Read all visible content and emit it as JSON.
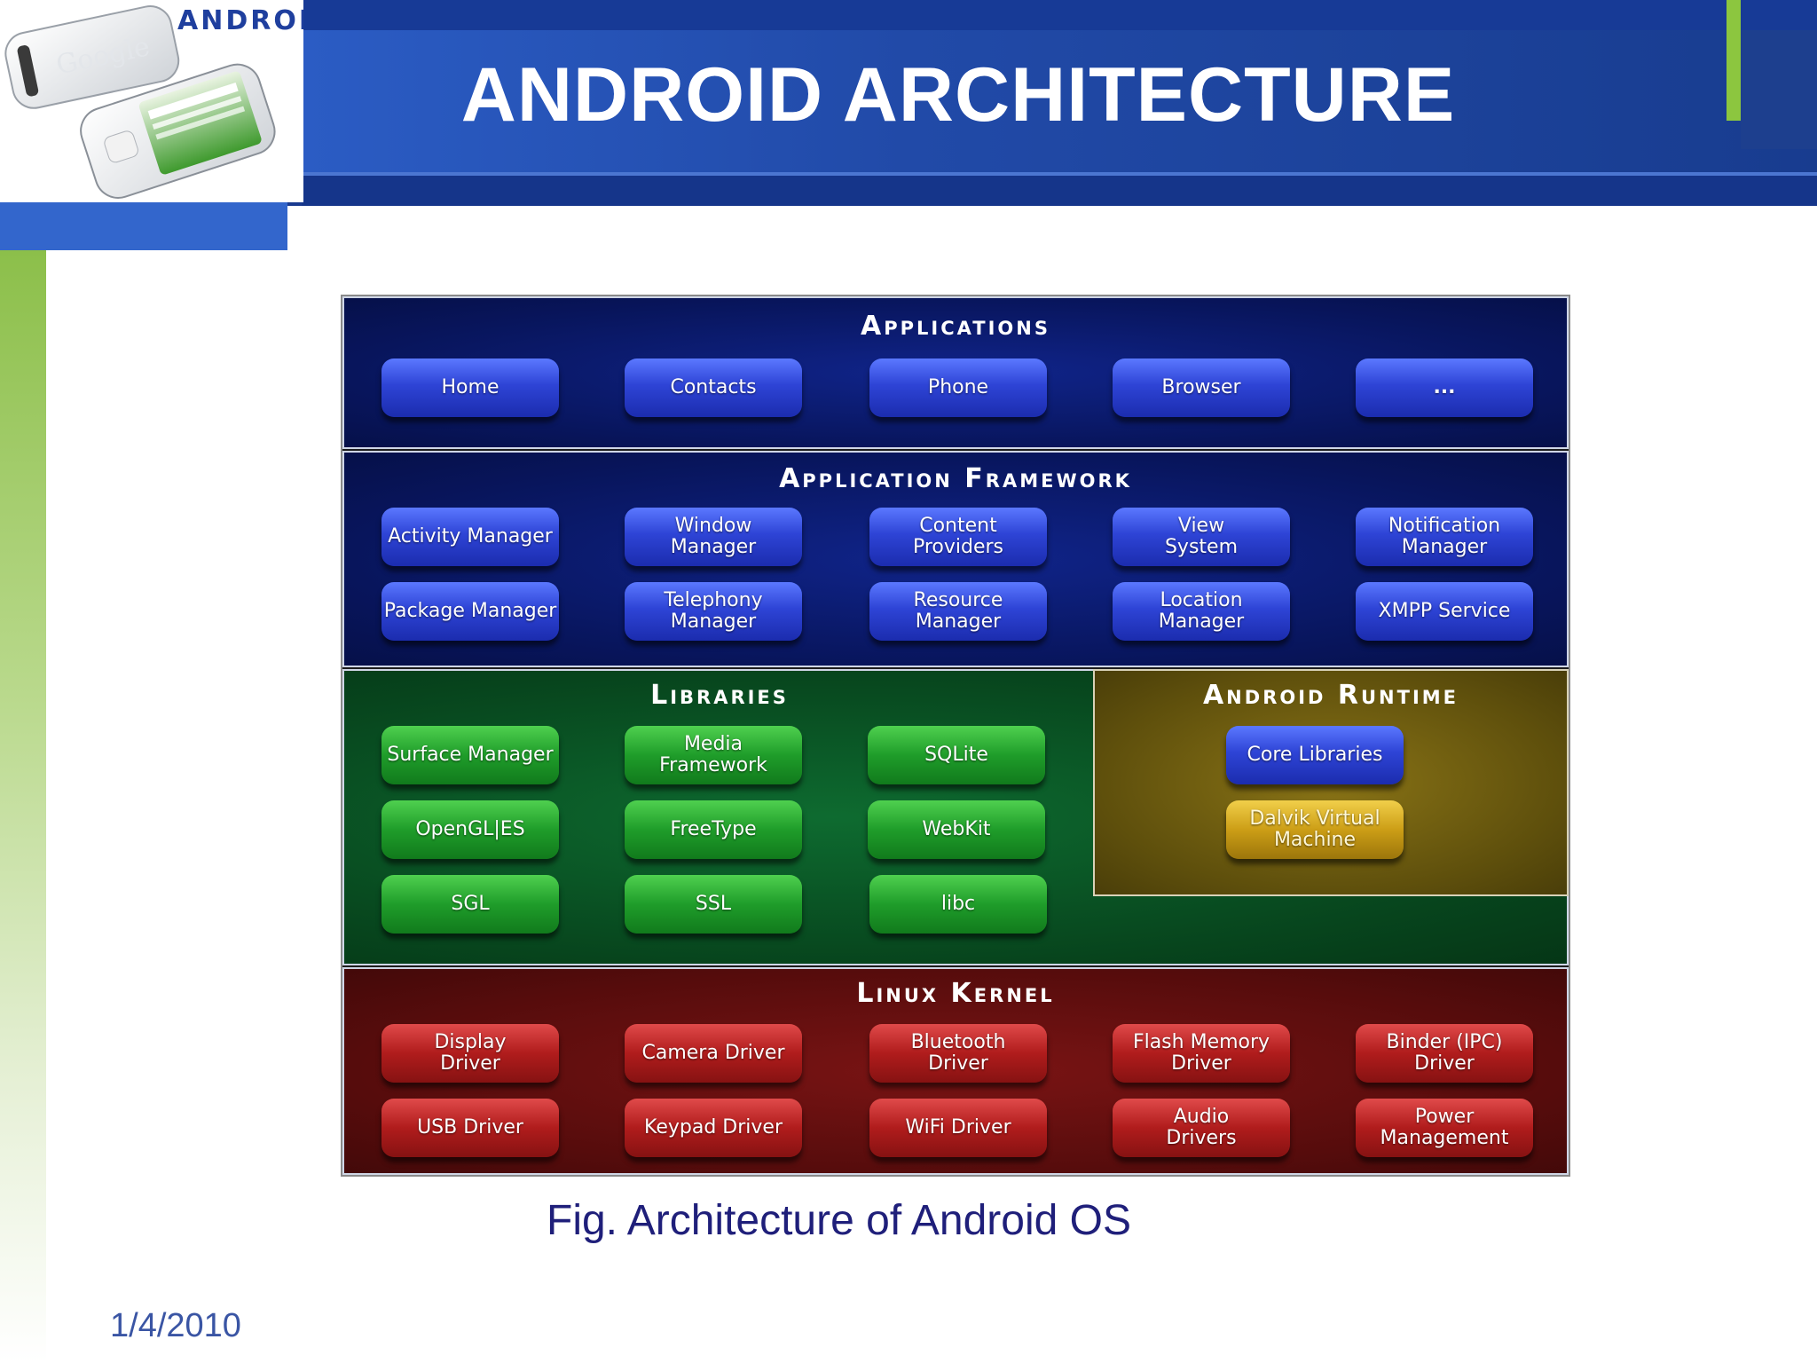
{
  "slide": {
    "title": "ANDROID ARCHITECTURE",
    "caption": "Fig. Architecture of Android OS",
    "date": "1/4/2010",
    "logo_text": "android",
    "logo_phone_text": "Google"
  },
  "diagram": {
    "applications": {
      "title": "Applications",
      "items": [
        "Home",
        "Contacts",
        "Phone",
        "Browser",
        "..."
      ]
    },
    "framework": {
      "title": "Application Framework",
      "items": [
        "Activity Manager",
        "Window\nManager",
        "Content\nProviders",
        "View\nSystem",
        "Notification\nManager",
        "Package Manager",
        "Telephony\nManager",
        "Resource\nManager",
        "Location\nManager",
        "XMPP Service"
      ]
    },
    "libraries": {
      "title": "Libraries",
      "items": [
        "Surface Manager",
        "Media\nFramework",
        "SQLite",
        "OpenGL|ES",
        "FreeType",
        "WebKit",
        "SGL",
        "SSL",
        "libc"
      ]
    },
    "runtime": {
      "title": "Android Runtime",
      "items": [
        "Core Libraries",
        "Dalvik Virtual\nMachine"
      ]
    },
    "kernel": {
      "title": "Linux Kernel",
      "items": [
        "Display\nDriver",
        "Camera Driver",
        "Bluetooth\nDriver",
        "Flash Memory\nDriver",
        "Binder (IPC)\nDriver",
        "USB Driver",
        "Keypad Driver",
        "WiFi Driver",
        "Audio\nDrivers",
        "Power\nManagement"
      ]
    }
  },
  "colors": {
    "header_blue": "#2653b8",
    "accent_green": "#8cc63f",
    "apps_layer": "#08155c",
    "libraries_layer": "#07451d",
    "runtime_layer": "#5e4f0c",
    "kernel_layer": "#560c0c",
    "caption_text": "#1f1f7a",
    "date_text": "#3a55a4"
  }
}
